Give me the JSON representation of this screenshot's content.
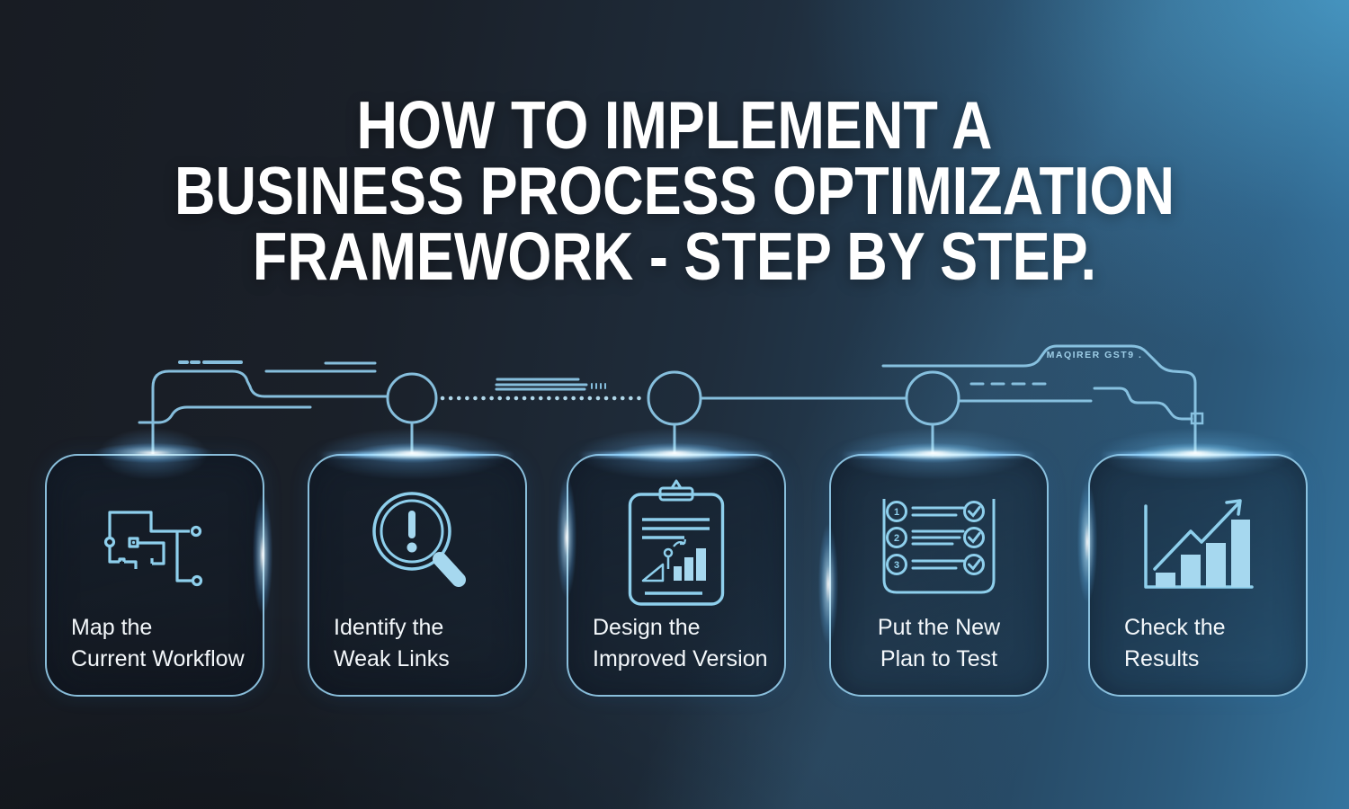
{
  "title": {
    "lines": [
      "HOW TO IMPLEMENT A",
      "BUSINESS PROCESS OPTIMIZATION",
      "FRAMEWORK - STEP BY STEP."
    ]
  },
  "decor": {
    "chip_label": "MAQIRER GST9 .",
    "checklist_numbers": [
      "1",
      "2",
      "3"
    ]
  },
  "steps": [
    {
      "label_lines": [
        "Map the",
        "Current Workflow"
      ],
      "icon": "workflow-circuit-icon"
    },
    {
      "label_lines": [
        "Identify the",
        "Weak Links"
      ],
      "icon": "magnifier-alert-icon"
    },
    {
      "label_lines": [
        "Design the",
        "Improved Version"
      ],
      "icon": "clipboard-chart-icon"
    },
    {
      "label_lines": [
        "Put the New",
        "Plan to Test"
      ],
      "icon": "checklist-icon"
    },
    {
      "label_lines": [
        "Check the",
        "Results"
      ],
      "icon": "bar-chart-growth-icon"
    }
  ],
  "colors": {
    "background_dark": "#171b22",
    "background_blue": "#2c5a7c",
    "beam_cyan": "#45a5d6",
    "line_accent": "#8cc7e6",
    "icon_fill": "#a6d8ef",
    "title_text": "#ffffff",
    "card_text": "#f4f8fb"
  }
}
